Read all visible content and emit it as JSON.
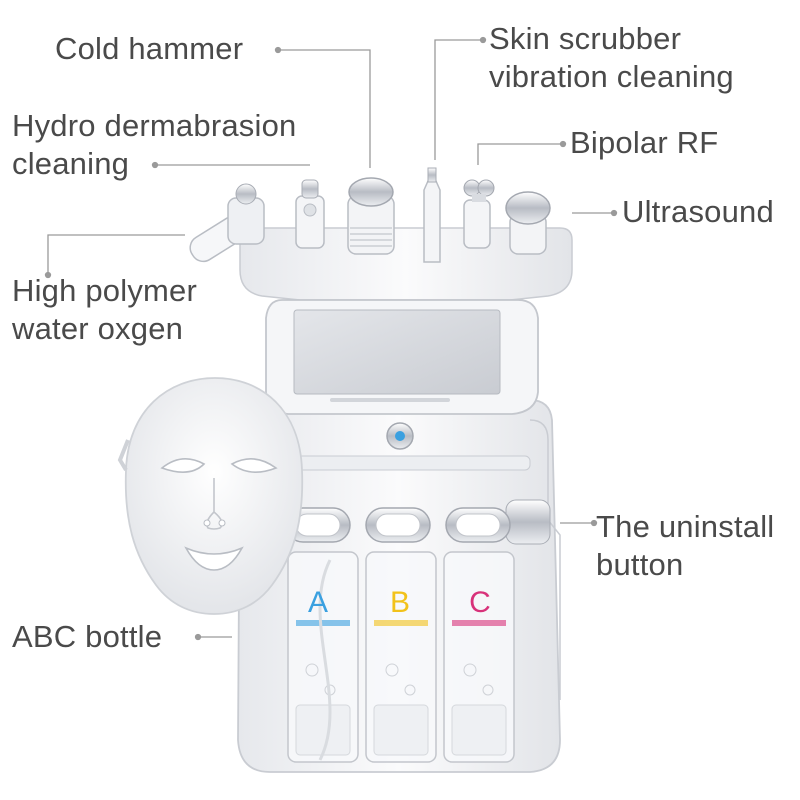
{
  "labels": {
    "cold_hammer": "Cold hammer",
    "skin_scrubber": [
      "Skin scrubber",
      "vibration cleaning"
    ],
    "hydro_dermabrasion": [
      "Hydro dermabrasion",
      "cleaning"
    ],
    "bipolar_rf": "Bipolar RF",
    "ultrasound": "Ultrasound",
    "high_polymer": [
      "High polymer",
      "water oxgen"
    ],
    "uninstall_button": [
      "The uninstall",
      "button"
    ],
    "abc_bottle": "ABC bottle"
  },
  "bottles": [
    "A",
    "B",
    "C"
  ],
  "colors": {
    "label_text": "#4a4a4a",
    "leader_line": "#9a9a9a",
    "device_body": "#f2f3f5",
    "device_edge": "#c9ccd2",
    "screen": "#d8dbe0",
    "bottle_a": "#3aa0e0",
    "bottle_b": "#f2c21a",
    "bottle_c": "#d8327a"
  }
}
